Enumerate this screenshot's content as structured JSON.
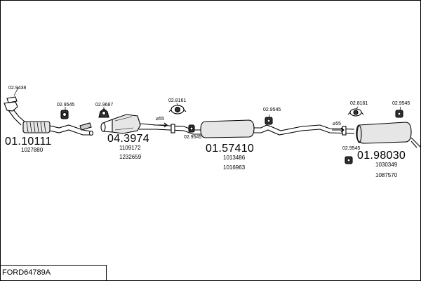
{
  "title": "FORD64789A",
  "parts": [
    {
      "code": "01.10111",
      "refs": [
        "1027880"
      ]
    },
    {
      "code": "04.3974",
      "refs": [
        "1109172",
        "1232659"
      ]
    },
    {
      "code": "01.57410",
      "refs": [
        "1013486",
        "1016963"
      ]
    },
    {
      "code": "01.98030",
      "refs": [
        "1030349",
        "1087570"
      ]
    }
  ],
  "accessories": [
    "02.9438",
    "02.9545",
    "02.9687",
    "02.8161",
    "02.9545",
    "02.9545",
    "02.8161",
    "02.9545",
    "02.9545"
  ],
  "pipe_diameters": [
    "⌀55",
    "⌀55"
  ]
}
